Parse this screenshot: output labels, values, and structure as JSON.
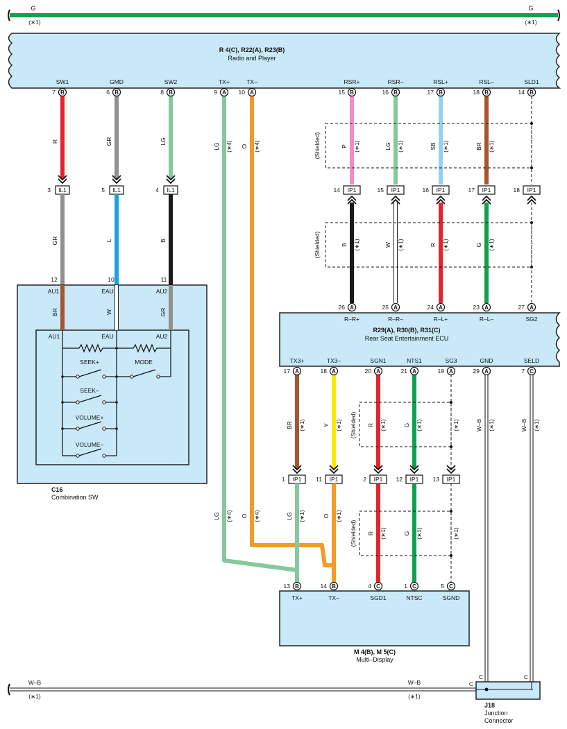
{
  "colors": {
    "R": "#e52330",
    "GR": "#909090",
    "LG": "#84c89b",
    "O": "#f39a28",
    "P": "#ef8fbf",
    "SB": "#8fd3f0",
    "BR": "#a6562f",
    "B": "#1a1a1a",
    "L": "#1aa3e0",
    "W": "#ffffff",
    "G": "#10a050",
    "Y": "#ffe600",
    "box_fill": "#c9e9f8"
  },
  "ground_top": {
    "label_left": "G",
    "label_right": "G",
    "note_left": "(∗1)",
    "note_right": "(∗1)"
  },
  "ground_bottom": {
    "label_left": "W–B",
    "label_mid": "W–B",
    "note_left": "(∗1)",
    "note_mid": "(∗1)",
    "pin_c": "C"
  },
  "radio": {
    "title": "R 4(C), R22(A), R23(B)",
    "subtitle": "Radio and Player",
    "terminals": [
      {
        "label": "SW1",
        "pin": "7",
        "conn": "B"
      },
      {
        "label": "GMD",
        "pin": "6",
        "conn": "B"
      },
      {
        "label": "SW2",
        "pin": "8",
        "conn": "B"
      },
      {
        "label": "TX+",
        "pin": "9",
        "conn": "A"
      },
      {
        "label": "TX–",
        "pin": "10",
        "conn": "A"
      },
      {
        "label": "RSR+",
        "pin": "15",
        "conn": "B"
      },
      {
        "label": "RSR–",
        "pin": "16",
        "conn": "B"
      },
      {
        "label": "RSL+",
        "pin": "17",
        "conn": "B"
      },
      {
        "label": "RSL–",
        "pin": "18",
        "conn": "B"
      },
      {
        "label": "SLD1",
        "pin": "14",
        "conn": "B"
      }
    ]
  },
  "wires_radio": [
    "R",
    "GR",
    "LG",
    "LG",
    "O",
    "P",
    "LG",
    "SB",
    "BR"
  ],
  "notes": {
    "n1": "(∗1)",
    "n4": "(∗4)",
    "shielded": "(Shielded)"
  },
  "il1": [
    {
      "pin": "3",
      "name": "IL1"
    },
    {
      "pin": "5",
      "name": "IL1"
    },
    {
      "pin": "4",
      "name": "IL1"
    }
  ],
  "wires_il1_lower": [
    "GR",
    "L",
    "B"
  ],
  "ip1_upper": [
    {
      "pin": "14",
      "name": "IP1"
    },
    {
      "pin": "15",
      "name": "IP1"
    },
    {
      "pin": "16",
      "name": "IP1"
    },
    {
      "pin": "17",
      "name": "IP1"
    },
    {
      "pin": "18",
      "name": "IP1"
    }
  ],
  "wires_ip1_upper": [
    "B",
    "W",
    "R",
    "G"
  ],
  "combo": {
    "outer_pins": [
      "12",
      "10",
      "11"
    ],
    "outer_labels": [
      "AU1",
      "EAU",
      "AU2"
    ],
    "inner_wires": [
      "BR",
      "W",
      "GR"
    ],
    "inner_labels": [
      "AU1",
      "EAU",
      "AU2"
    ],
    "switches": [
      "SEEK+",
      "MODE",
      "SEEK–",
      "VOLUME+",
      "VOLUME–"
    ],
    "code": "C16",
    "name": "Combination SW"
  },
  "ecu": {
    "title": "R29(A), R30(B), R31(C)",
    "subtitle": "Rear Seat Entertainment ECU",
    "top_terminals": [
      {
        "label": "R–R+",
        "pin": "26",
        "conn": "A"
      },
      {
        "label": "R–R–",
        "pin": "25",
        "conn": "A"
      },
      {
        "label": "R–L+",
        "pin": "24",
        "conn": "A"
      },
      {
        "label": "R–L–",
        "pin": "23",
        "conn": "A"
      },
      {
        "label": "SG2",
        "pin": "27",
        "conn": "A"
      }
    ],
    "bottom_terminals": [
      {
        "label": "TX3+",
        "pin": "17",
        "conn": "A"
      },
      {
        "label": "TX3–",
        "pin": "18",
        "conn": "A"
      },
      {
        "label": "SGN1",
        "pin": "20",
        "conn": "A"
      },
      {
        "label": "NTS1",
        "pin": "21",
        "conn": "A"
      },
      {
        "label": "SG3",
        "pin": "19",
        "conn": "A"
      },
      {
        "label": "GND",
        "pin": "29",
        "conn": "A"
      },
      {
        "label": "SELD",
        "pin": "7",
        "conn": "C"
      }
    ]
  },
  "wires_ecu_lower": [
    "BR",
    "Y",
    "R",
    "G",
    "W–B",
    "W–B"
  ],
  "ip1_lower": [
    {
      "pin": "1",
      "name": "IP1"
    },
    {
      "pin": "11",
      "name": "IP1"
    },
    {
      "pin": "2",
      "name": "IP1"
    },
    {
      "pin": "12",
      "name": "IP1"
    },
    {
      "pin": "13",
      "name": "IP1"
    }
  ],
  "wires_ip1_lower": [
    "LG",
    "O",
    "R",
    "G"
  ],
  "wires_long": [
    "LG",
    "O"
  ],
  "display": {
    "terminals": [
      {
        "label": "TX+",
        "pin": "13",
        "conn": "B"
      },
      {
        "label": "TX–",
        "pin": "14",
        "conn": "B"
      },
      {
        "label": "SGD1",
        "pin": "4",
        "conn": "C"
      },
      {
        "label": "NTSC",
        "pin": "1",
        "conn": "C"
      },
      {
        "label": "SGND",
        "pin": "5",
        "conn": "C"
      }
    ],
    "title": "M 4(B), M 5(C)",
    "subtitle": "Multi–Display"
  },
  "junction": {
    "pin_left": "C",
    "pin_right": "C",
    "code": "J18",
    "name1": "Junction",
    "name2": "Connector"
  }
}
